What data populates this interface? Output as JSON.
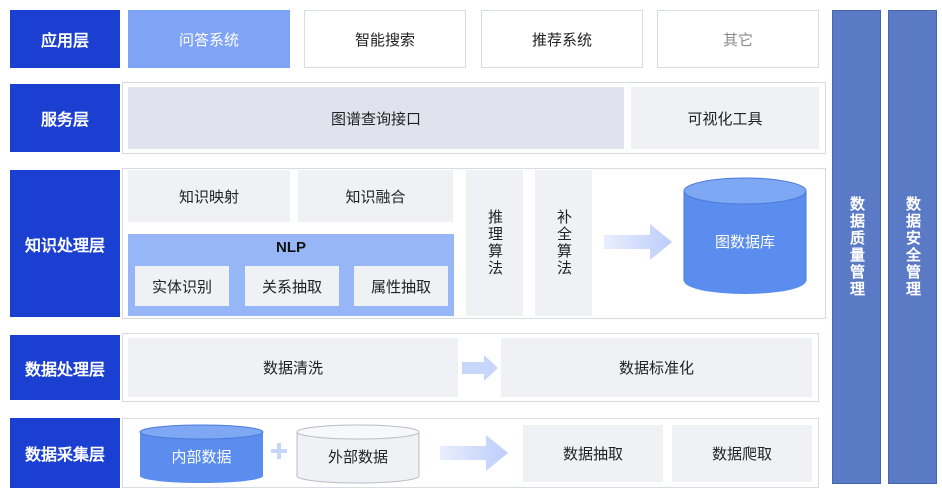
{
  "layers": {
    "application": "应用层",
    "service": "服务层",
    "knowledge": "知识处理层",
    "data_processing": "数据处理层",
    "data_collection": "数据采集层"
  },
  "application": {
    "items": [
      "问答系统",
      "智能搜索",
      "推荐系统",
      "其它"
    ]
  },
  "service": {
    "query": "图谱查询接口",
    "viz": "可视化工具"
  },
  "knowledge": {
    "mapping": "知识映射",
    "fusion": "知识融合",
    "nlp_title": "NLP",
    "nlp_items": [
      "实体识别",
      "关系抽取",
      "属性抽取"
    ],
    "reasoning": "推理算法",
    "completion": "补全算法",
    "graph_db": "图数据库"
  },
  "data_processing": {
    "cleaning": "数据清洗",
    "standardization": "数据标准化"
  },
  "data_collection": {
    "internal": "内部数据",
    "external": "外部数据",
    "extract": "数据抽取",
    "crawl": "数据爬取"
  },
  "sidebars": {
    "quality": "数据质量管理",
    "security": "数据安全管理"
  },
  "colors": {
    "layer": "#1b3fd0",
    "active": "#7fa3f5",
    "sidebar": "#5b7ac6",
    "nlp": "#97b6f7",
    "cylinder_blue": "#5b8def",
    "arrow": "#c9d6fb"
  }
}
